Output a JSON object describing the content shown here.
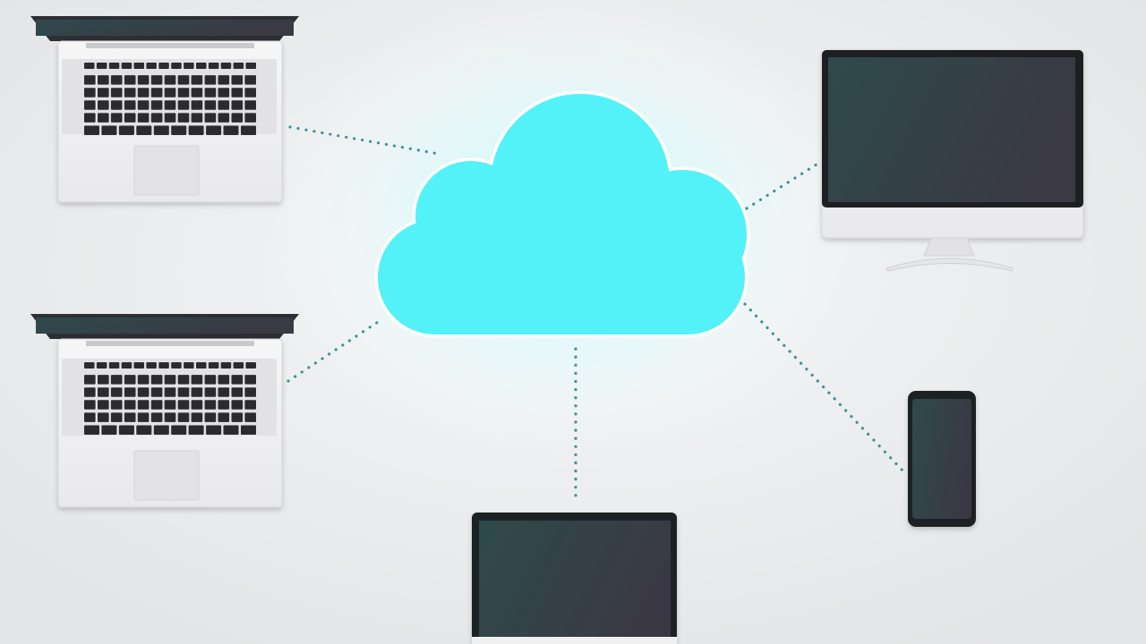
{
  "scene": {
    "colors": {
      "background_center": "#f4f7f8",
      "background_edge": "#e3e4e5",
      "cloud_fill": "#52f2f8",
      "cloud_glow": "#bff9fb",
      "cloud_outline": "#ffffff",
      "connector": "#3f8f9a",
      "device_silver": "#f1f1f2",
      "device_silver_edge": "#d9d9db",
      "bezel_dark": "#2d2e33",
      "screen_start": "#2e4a4c",
      "screen_end": "#3a3944",
      "key": "#2b2b2e"
    },
    "devices": [
      {
        "name": "laptop-top-left",
        "kind": "laptop",
        "icon": "laptop-icon"
      },
      {
        "name": "laptop-bottom-left",
        "kind": "laptop",
        "icon": "laptop-icon"
      },
      {
        "name": "desktop-monitor",
        "kind": "monitor",
        "icon": "monitor-icon"
      },
      {
        "name": "smartphone",
        "kind": "phone",
        "icon": "smartphone-icon"
      },
      {
        "name": "tablet-bottom",
        "kind": "tablet",
        "icon": "tablet-icon"
      }
    ],
    "center": {
      "name": "cloud",
      "icon": "cloud-icon"
    }
  }
}
